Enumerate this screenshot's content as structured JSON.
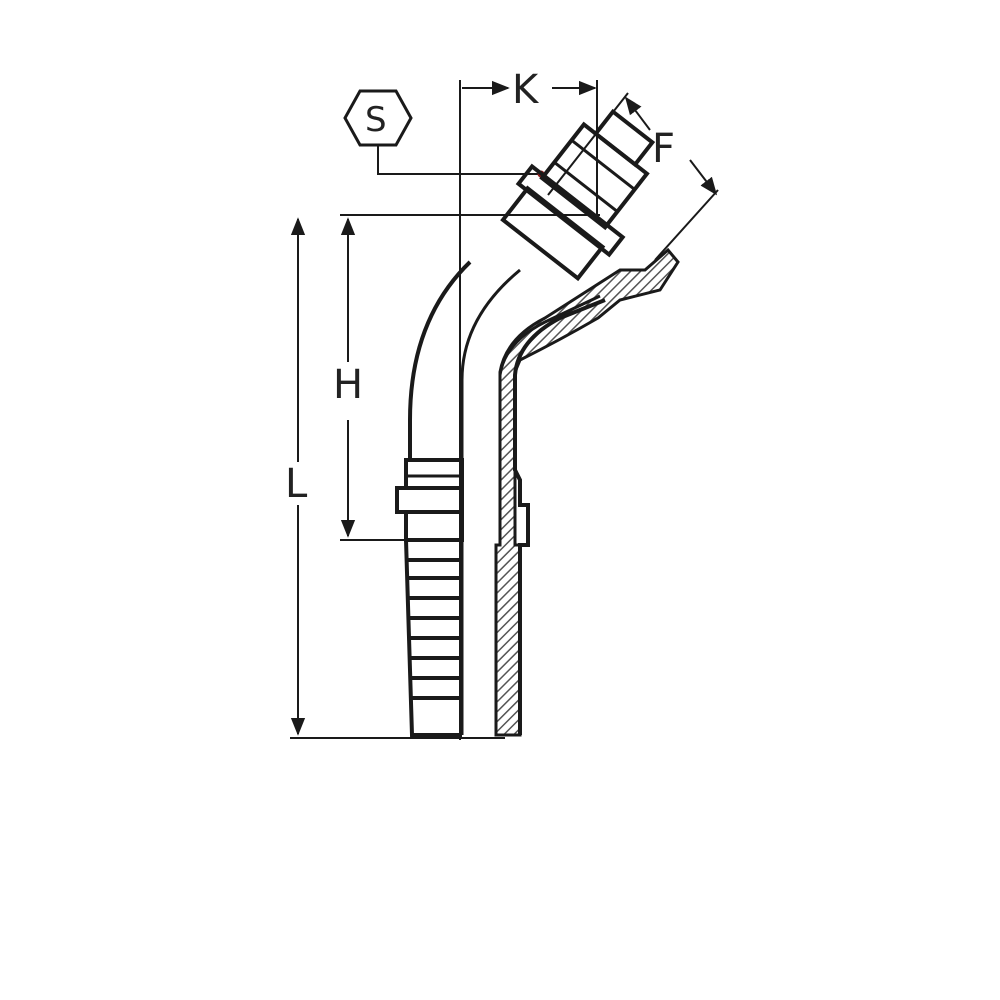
{
  "diagram": {
    "labels": {
      "K": "K",
      "F": "F",
      "S": "S",
      "H": "H",
      "L": "L"
    },
    "colors": {
      "line": "#1a1a1a",
      "hatch": "#555555",
      "background": "#ffffff"
    }
  }
}
